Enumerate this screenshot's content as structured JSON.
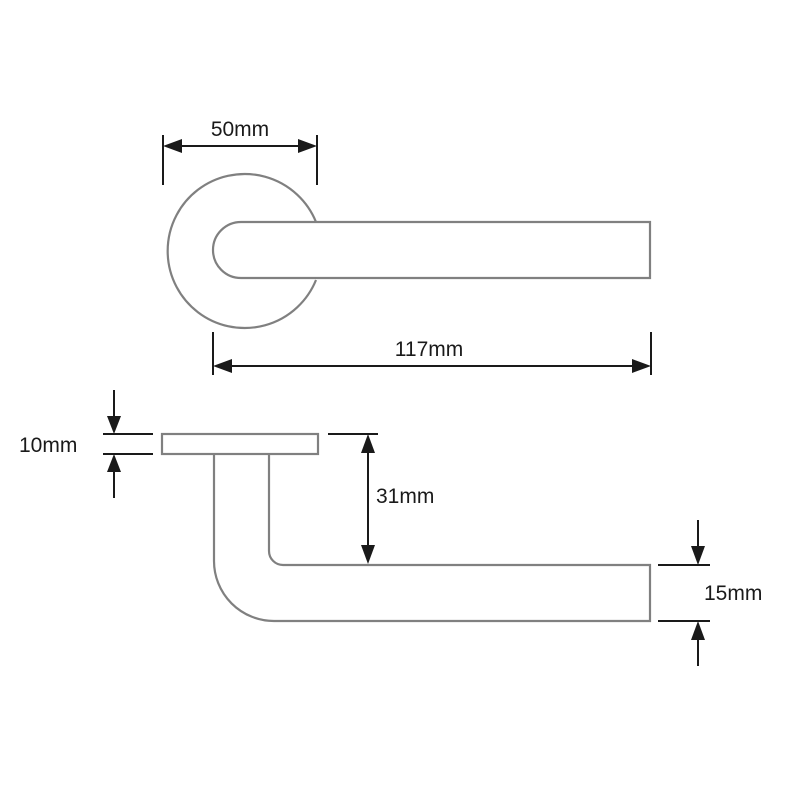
{
  "diagram": {
    "type": "lever handle dimension drawing",
    "colors": {
      "outline": "#808080",
      "dimension": "#1a1a1a",
      "background": "#ffffff"
    },
    "dimensions": {
      "rose_diameter": "50mm",
      "lever_length": "117mm",
      "rose_thickness": "10mm",
      "projection": "31mm",
      "lever_thickness": "15mm"
    }
  }
}
